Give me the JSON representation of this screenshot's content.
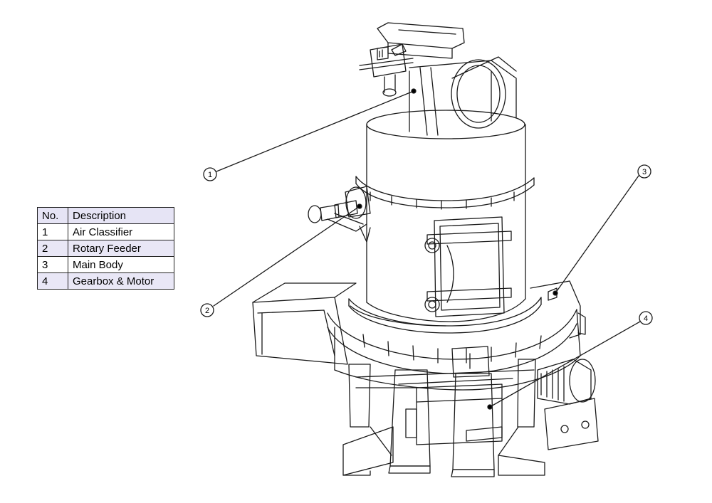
{
  "legend": {
    "headers": {
      "no": "No.",
      "description": "Description"
    },
    "rows": [
      {
        "no": "1",
        "description": "Air Classifier"
      },
      {
        "no": "2",
        "description": "Rotary Feeder"
      },
      {
        "no": "3",
        "description": "Main Body"
      },
      {
        "no": "4",
        "description": "Gearbox & Motor"
      }
    ]
  },
  "callouts": [
    "1",
    "2",
    "3",
    "4"
  ]
}
